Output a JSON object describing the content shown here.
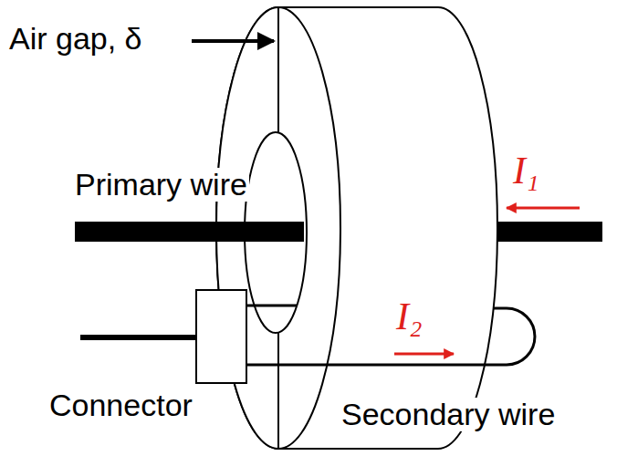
{
  "diagram": {
    "labels": [
      "Air gap, δ",
      "Primary wire",
      "I₁",
      "I₂",
      "Connector",
      "Secondary wire"
    ]
  }
}
